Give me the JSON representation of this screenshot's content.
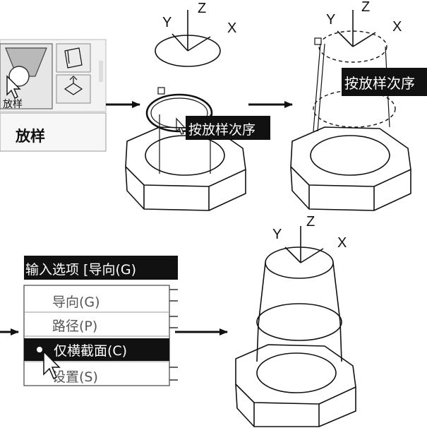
{
  "ribbon": {
    "button_caption": "放样",
    "tooltip_title": "放样"
  },
  "axes": {
    "y": "Y",
    "z": "Z",
    "x": "X"
  },
  "step2": {
    "prompt": "按放样次序"
  },
  "step3": {
    "prompt": "按放样次序"
  },
  "step4": {
    "command_prompt": "输入选项 [导向(G)",
    "menu": [
      {
        "label": "导向(G)",
        "selected": false
      },
      {
        "label": "路径(P)",
        "selected": false
      },
      {
        "label": "仅横截面(C)",
        "selected": true
      },
      {
        "label": "设置(S)",
        "selected": false
      }
    ]
  }
}
